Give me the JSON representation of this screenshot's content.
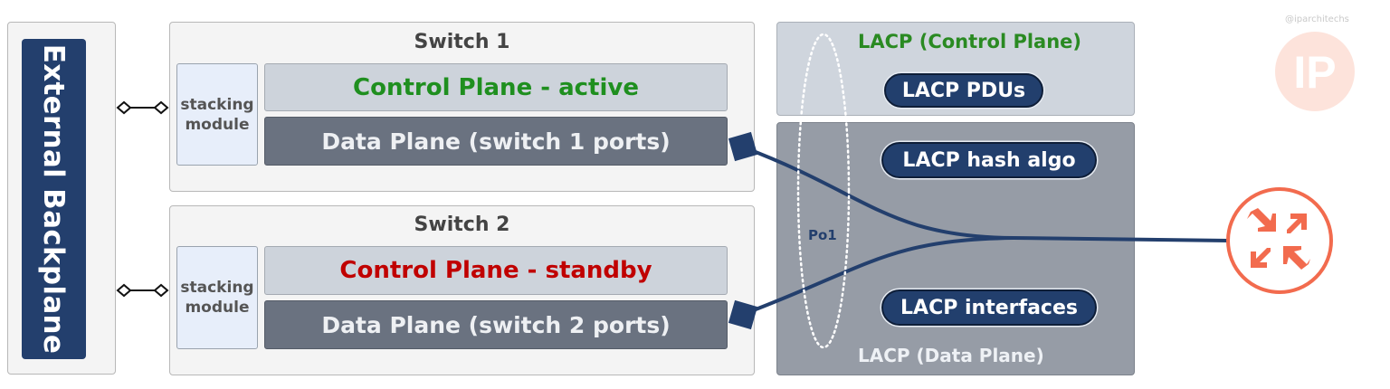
{
  "backplane": {
    "label": "External Backplane"
  },
  "switches": [
    {
      "title": "Switch 1",
      "stacking_label_1": "stacking",
      "stacking_label_2": "module",
      "control_plane": "Control Plane - active",
      "data_plane": "Data Plane (switch 1 ports)"
    },
    {
      "title": "Switch 2",
      "stacking_label_1": "stacking",
      "stacking_label_2": "module",
      "control_plane": "Control Plane - standby",
      "data_plane": "Data Plane (switch 2 ports)"
    }
  ],
  "lacp": {
    "control_plane_title": "LACP (Control Plane)",
    "data_plane_title": "LACP (Data Plane)",
    "pdus": "LACP PDUs",
    "hash_algo": "LACP hash algo",
    "interfaces": "LACP interfaces",
    "port_channel": "Po1"
  },
  "watermark": {
    "handle": "@iparchitechs",
    "logo_text": "IP"
  },
  "colors": {
    "navy": "#233f6d",
    "active_green": "#1f8f1f",
    "standby_red": "#c00000",
    "router_orange": "#f26b4e",
    "watermark_peach": "#fde3db"
  },
  "icons": {
    "router": "router-icon",
    "stack_link": "stack-link-icon",
    "port": "port-connector-icon"
  }
}
